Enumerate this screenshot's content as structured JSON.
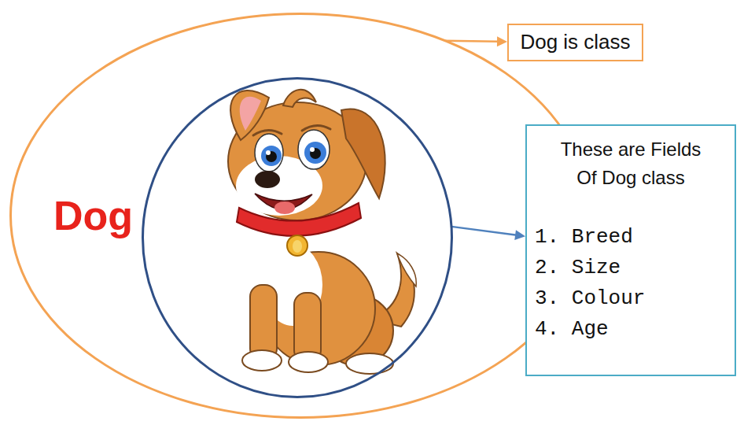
{
  "diagram": {
    "nodes": [
      {
        "text": [
          "Dog"
        ]
      },
      {
        "text": [],
        "in": 0
      },
      {
        "text": [
          "Dog is class"
        ]
      },
      {
        "text": [
          "These are Fields Of Dog class",
          "1. Breed",
          "2. Size",
          "3. Colour",
          "4. Age"
        ]
      }
    ],
    "edges": [
      {
        "from": 0,
        "to": 2,
        "arrow": "to"
      },
      {
        "from": 1,
        "to": 3,
        "arrow": "to"
      }
    ]
  }
}
